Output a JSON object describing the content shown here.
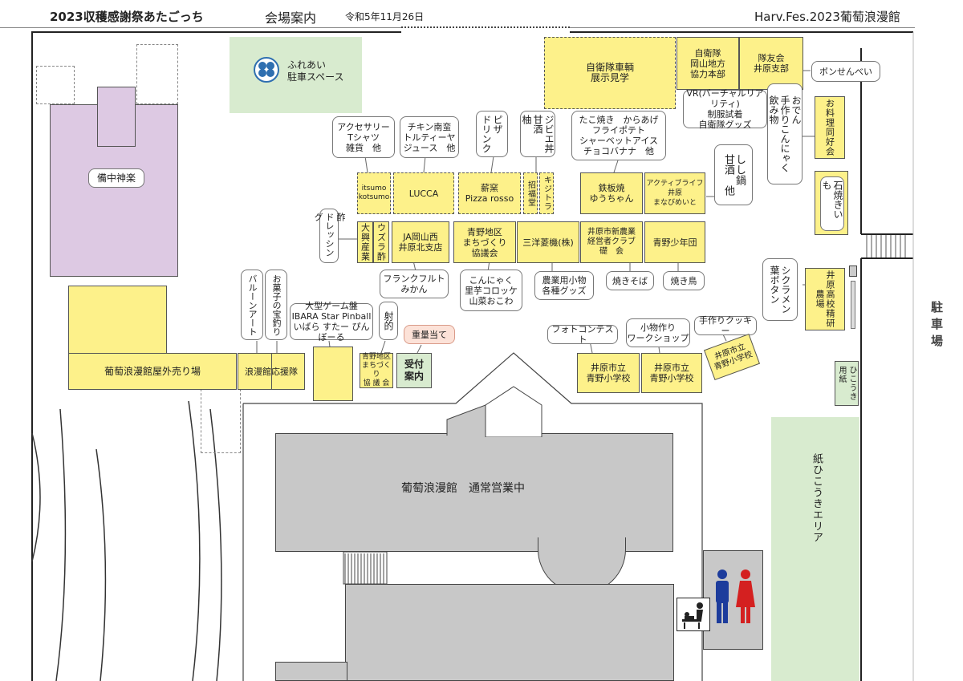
{
  "header": {
    "title": "2023収穫感謝祭あたごっち",
    "subtitle": "会場案内",
    "date": "令和5年11月26日",
    "right": "Harv.Fes.2023葡萄浪漫館"
  },
  "areas": {
    "parking_fureai": "ふれあい\n駐車スペース",
    "kagura": "備中神楽",
    "outdoor_shop": "葡萄浪漫館屋外売り場",
    "roman_ouen": "浪漫館応援隊",
    "main_building": "葡萄浪漫館　通常営業中",
    "parking": "駐車場",
    "paper_plane_area": "紙ひこうきエリア",
    "paper_plane_paper": "ひこうき\n用紙"
  },
  "stalls": {
    "jieitai_car": "自衛隊車輌\n展示見学",
    "jieitai_okayama": "自衛隊\n岡山地方\n協力本部",
    "taiyukai": "隊友会\n井原支部",
    "oryori": "お料理同好会",
    "itsumo": "itsumo\nkotsumo",
    "lucca": "LUCCA",
    "pizza": "薪窯\nPizza rosso",
    "shofukudo": "招福堂",
    "kijitora": "キジトラ",
    "teppanyaki": "鉄板焼\nゆうちゃん",
    "manabimeito": "アクティブライフ井原\nまなびめいと",
    "ohkou": "大興産業",
    "uzura": "ウズラ酢",
    "ja": "JA岡山西\n井原北支店",
    "aono_machi": "青野地区\nまちづくり\n協議会",
    "sanyo": "三洋菱機(株)",
    "kuraburi": "井原市新農業\n経営者クラブ\n礎　会",
    "aono_youth": "青野少年団",
    "ibara_hs": "井原高校精研農場",
    "aono_machi2": "青野地区\nまちづくり\n協 議 会",
    "uketsuke": "受付\n案内",
    "aono_es1": "井原市立\n青野小学校",
    "aono_es2": "井原市立\n青野小学校",
    "aono_es3": "井原市立\n青野小学校",
    "ishiyaki": "石焼きいも"
  },
  "bubbles": {
    "senbei": "ボンせんべい",
    "vr": "VR(バーチャルリアリティ)\n制服試着\n自衛隊グッズ",
    "oden": "おでん\n手作りこんにゃく\n飲み物",
    "accessory": "アクセサリー\nTシャツ\n雑貨　他",
    "chicken": "チキン南蛮\nトルティーヤ\nジュース　他",
    "pizza_drink": "ピザ\nドリンク",
    "gibier": "ジビエ丼\n甘酒\n柚",
    "takoyaki": "たこ焼き　からあげ\nフライポテト\nシャーベットアイス\nチョコバナナ　他",
    "shishi": "しし鍋\n甘酒　他",
    "dressing": "酢\nドレッシング",
    "frank": "フランクフルト\nみかん",
    "konnyaku": "こんにゃく\n里芋コロッケ\n山菜おこわ",
    "nougyou": "農業用小物\n各種グッズ",
    "yakisoba": "焼きそば",
    "yakitori": "焼き鳥",
    "cyclamen": "シクラメン\n葉ボタン",
    "balloon": "バルーンアート",
    "okashi": "お菓子の宝釣り",
    "game": "大型ゲーム盤\nIBARA Star Pinball\nいばら すたー ぴんぼーる",
    "shateki": "射的",
    "juryou": "重量当て",
    "photo": "フォトコンテスト",
    "komono": "小物作り\nワークショップ",
    "cookie": "手作りクッキー"
  },
  "icons": {
    "toilet": "toilet-icon",
    "baby": "baby-changing-icon",
    "clover": "clover-parking-icon"
  },
  "colors": {
    "stall": "#fdf18a",
    "kagura": "#ddc9e3",
    "green_area": "#d8ebcf",
    "building": "#c8c8c8",
    "juryou_bg": "#fce2d8"
  }
}
